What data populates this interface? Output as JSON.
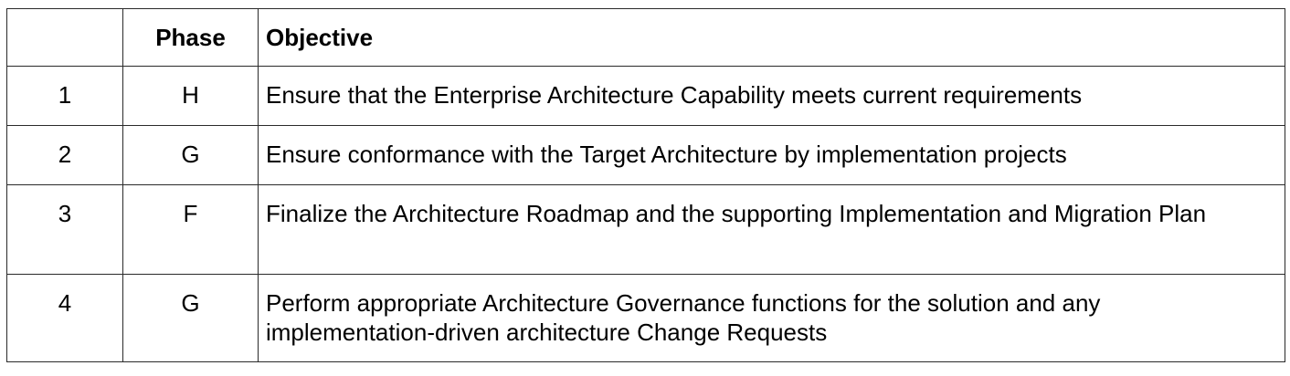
{
  "table": {
    "headers": [
      "",
      "Phase",
      "Objective"
    ],
    "rows": [
      {
        "num": "1",
        "phase": "H",
        "objective": "Ensure that the Enterprise Architecture Capability meets current requirements"
      },
      {
        "num": "2",
        "phase": "G",
        "objective": "Ensure conformance with the Target Architecture by implementation projects"
      },
      {
        "num": "3",
        "phase": "F",
        "objective": "Finalize the Architecture Roadmap and the supporting Implementation and Migration Plan"
      },
      {
        "num": "4",
        "phase": "G",
        "objective": "Perform appropriate Architecture Governance functions for the solution and any implementation-driven architecture Change Requests"
      }
    ]
  }
}
